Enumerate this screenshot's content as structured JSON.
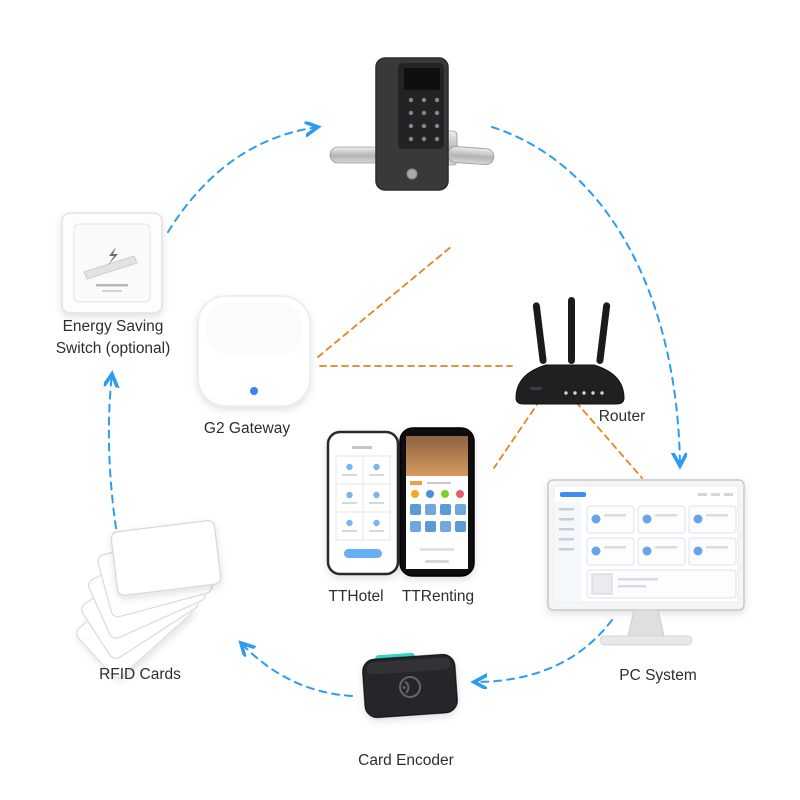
{
  "colors": {
    "arrow_blue": "#2b9cf2",
    "line_orange": "#e8821e",
    "encoder_accent": "#35d6c8",
    "gateway_led": "#3b82f6"
  },
  "labels": {
    "energy_switch": "Energy Saving Switch (optional)",
    "gateway": "G2 Gateway",
    "router": "Router",
    "app_left": "TTHotel",
    "app_right": "TTRenting",
    "pc": "PC System",
    "card_encoder": "Card Encoder",
    "rfid_cards": "RFID Cards"
  }
}
